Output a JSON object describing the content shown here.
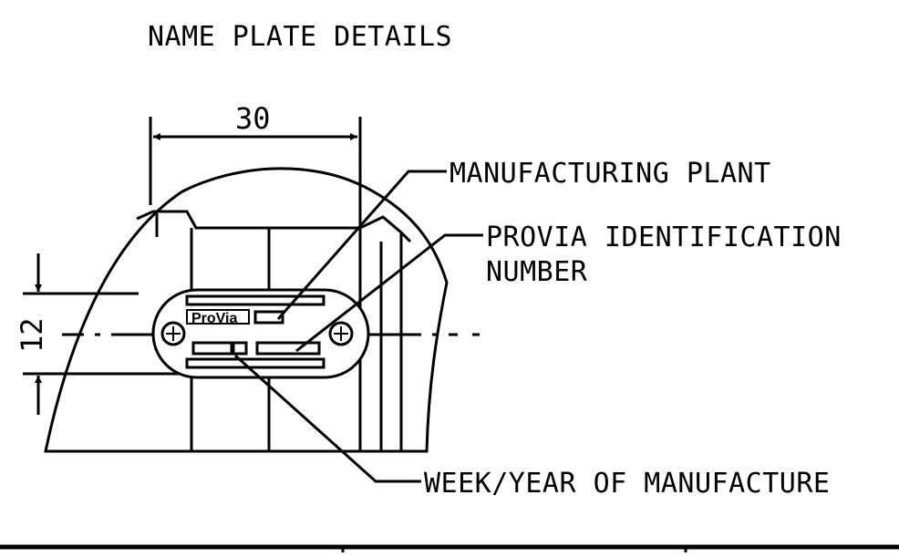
{
  "title": "NAME PLATE DETAILS",
  "dimensions": {
    "width": "30",
    "height": "12"
  },
  "callouts": {
    "manufacturing_plant": "MANUFACTURING PLANT",
    "provia_id_line1": "PROVIA IDENTIFICATION",
    "provia_id_line2": "NUMBER",
    "week_year": "WEEK/YEAR OF MANUFACTURE"
  },
  "plate_logo": "ProVia",
  "colors": {
    "line": "#000000",
    "background": "#ffffff"
  }
}
